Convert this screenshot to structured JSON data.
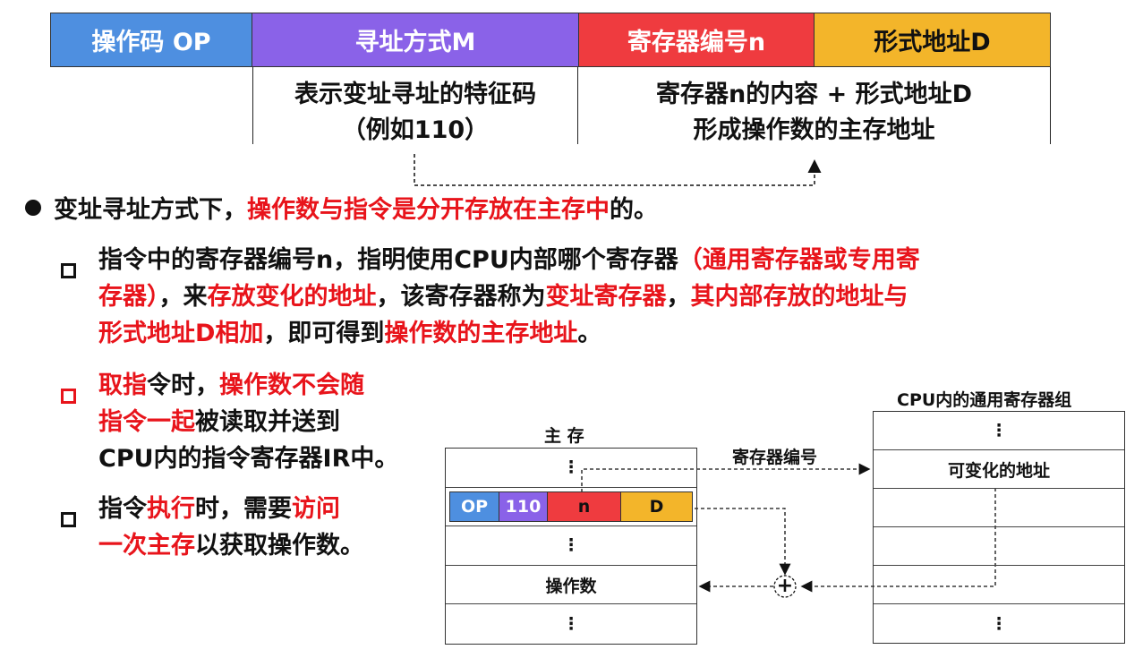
{
  "format": {
    "op": "操作码 OP",
    "mode": "寻址方式M",
    "reg": "寄存器编号n",
    "addr": "形式地址D"
  },
  "desc_mode": [
    "表示变址寻址的特征码",
    "（例如110）"
  ],
  "desc_addr": [
    "寄存器n的内容 + 形式地址D",
    "形成操作数的主存地址"
  ],
  "main_bullet": {
    "plain": "变址寻址方式下，",
    "red": "操作数与指令是分开存放在主存中",
    "tail": "的。"
  },
  "sub1": {
    "l1_a": "指令中的寄存器编号n，指明使用CPU内部哪个寄存器",
    "l1_b": "（通用寄存器或专用寄",
    "l2_a": "存器）",
    "l2_b": "，来",
    "l2_c": "存放变化的地址",
    "l2_d": "，该寄存器称为",
    "l2_e": "变址寄存器",
    "l2_f": "，",
    "l2_g": "其内部存放的地址与",
    "l3_a": "形式地址D相加",
    "l3_b": "，即可得到",
    "l3_c": "操作数的主存地址",
    "l3_d": "。"
  },
  "sub2": {
    "a": "取指",
    "b": "令时，",
    "c": "操作数不会随",
    "d": "指令一起",
    "e": "被读取并送到",
    "f": "CPU内的指令寄存器IR中。"
  },
  "sub3": {
    "a": "指令",
    "b": "执行",
    "c": "时，需要",
    "d": "访问",
    "e": "一次主存",
    "f": "以获取操作数。"
  },
  "memory": {
    "title": "主 存",
    "ellipsis": "⋮",
    "instr": {
      "op": "OP",
      "mode": "110",
      "reg": "n",
      "addr": "D"
    },
    "operand": "操作数"
  },
  "registers": {
    "title": "CPU内的通用寄存器组",
    "ellipsis": "⋮",
    "variable": "可变化的地址"
  },
  "arrow_label": "寄存器编号",
  "adder": "+",
  "colors": {
    "op": "#4e8fe0",
    "mode": "#8a62e8",
    "reg": "#ef3b3f",
    "addr": "#f3b52a",
    "accent": "#e8141b"
  }
}
